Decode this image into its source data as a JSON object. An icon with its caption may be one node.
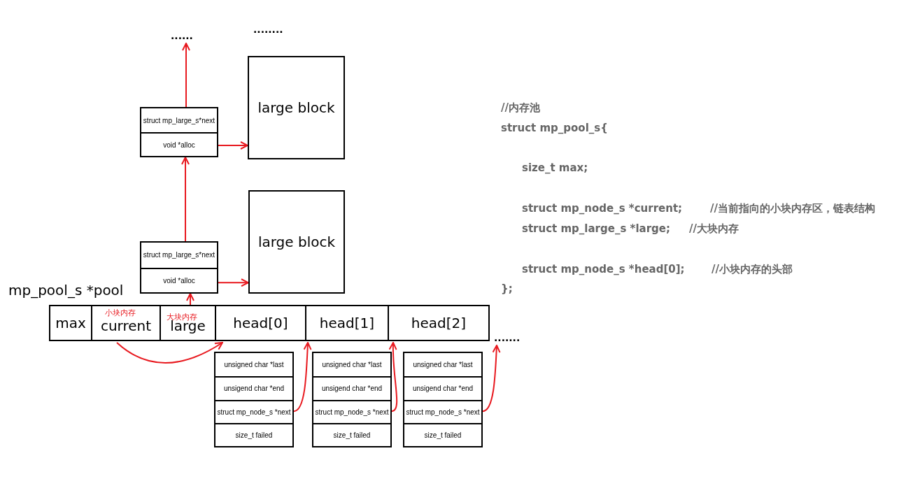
{
  "diagram": {
    "nodes": [
      {
        "text": [
          "mp_pool_s *pool"
        ]
      },
      {
        "text": [
          "max"
        ],
        "in": 0
      },
      {
        "text": [
          "小块内存",
          "current"
        ],
        "in": 0
      },
      {
        "text": [
          "大块内存",
          "large"
        ],
        "in": 0
      },
      {
        "text": [
          "head[0]"
        ],
        "in": 0
      },
      {
        "text": [
          "head[1]"
        ],
        "in": 0
      },
      {
        "text": [
          "head[2]"
        ],
        "in": 0
      },
      {
        "text": [],
        "shape": "box"
      },
      {
        "text": [
          "struct mp_large_s*next"
        ],
        "in": 7
      },
      {
        "text": [
          "void *alloc"
        ],
        "in": 7
      },
      {
        "text": [
          "large block"
        ]
      },
      {
        "text": [],
        "shape": "box"
      },
      {
        "text": [
          "struct mp_large_s*next"
        ],
        "in": 11
      },
      {
        "text": [
          "void *alloc"
        ],
        "in": 11
      },
      {
        "text": [
          "large block"
        ]
      },
      {
        "text": [
          "......"
        ]
      },
      {
        "text": [],
        "shape": "box"
      },
      {
        "text": [
          "unsigned char *last"
        ],
        "in": 16
      },
      {
        "text": [
          "unsigend char *end"
        ],
        "in": 16
      },
      {
        "text": [
          "struct mp_node_s *next"
        ],
        "in": 16
      },
      {
        "text": [
          "size_t failed"
        ],
        "in": 16
      },
      {
        "text": [],
        "shape": "box"
      },
      {
        "text": [
          "unsigned char *last"
        ],
        "in": 21
      },
      {
        "text": [
          "unsigend char *end"
        ],
        "in": 21
      },
      {
        "text": [
          "struct mp_node_s *next"
        ],
        "in": 21
      },
      {
        "text": [
          "size_t failed"
        ],
        "in": 21
      },
      {
        "text": [],
        "shape": "box"
      },
      {
        "text": [
          "unsigned char *last"
        ],
        "in": 26
      },
      {
        "text": [
          "unsigend char *end"
        ],
        "in": 26
      },
      {
        "text": [
          "struct mp_node_s *next"
        ],
        "in": 26
      },
      {
        "text": [
          "size_t failed"
        ],
        "in": 26
      },
      {
        "text": [
          "......."
        ]
      }
    ],
    "edges": [
      {
        "from": 2,
        "to": 4,
        "arrow": "to"
      },
      {
        "from": 3,
        "to": 7,
        "arrow": "to"
      },
      {
        "from": 8,
        "to": 11,
        "arrow": "to"
      },
      {
        "from": 12,
        "to": 15,
        "arrow": "to"
      },
      {
        "from": 9,
        "to": 10,
        "arrow": "to"
      },
      {
        "from": 13,
        "to": 14,
        "arrow": "to"
      },
      {
        "from": 19,
        "to": 5,
        "arrow": "to"
      },
      {
        "from": 24,
        "to": 6,
        "arrow": "to"
      },
      {
        "from": 29,
        "to": 31,
        "arrow": "to"
      }
    ],
    "labels": [
      "........",
      "//内存池",
      "struct mp_pool_s{",
      "size_t max;",
      "struct mp_node_s *current;",
      "//当前指向的小块内存区，链表结构",
      "struct mp_large_s *large;",
      "//大块内存",
      "struct mp_node_s *head[0];",
      "//小块内存的头部",
      "};"
    ]
  }
}
